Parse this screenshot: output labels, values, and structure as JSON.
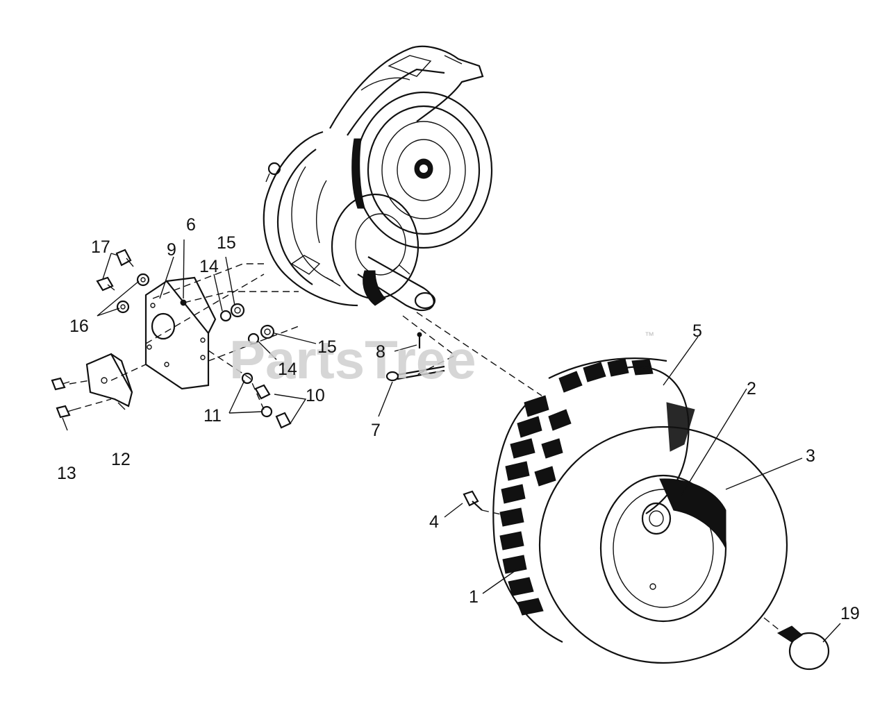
{
  "watermark": {
    "text": "PartsTree",
    "trademark": "™"
  },
  "callouts": {
    "c1": "1",
    "c2": "2",
    "c3": "3",
    "c4": "4",
    "c5": "5",
    "c6": "6",
    "c7": "7",
    "c8": "8",
    "c9": "9",
    "c10": "10",
    "c11": "11",
    "c12": "12",
    "c13": "13",
    "c14a": "14",
    "c14b": "14",
    "c15a": "15",
    "c15b": "15",
    "c16": "16",
    "c17": "17",
    "c19": "19"
  },
  "colors": {
    "ink": "#111111",
    "watermark": "#cfcfcf",
    "background": "#ffffff"
  }
}
